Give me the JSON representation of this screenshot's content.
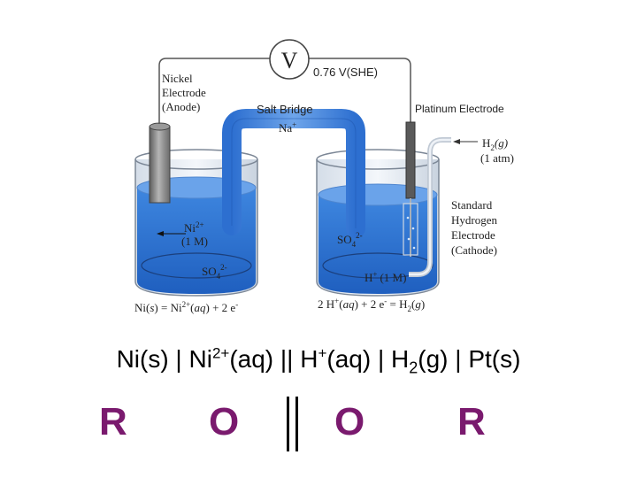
{
  "voltmeter": {
    "symbol": "V",
    "reading": "0.76 V(SHE)"
  },
  "anode": {
    "label_lines": [
      "Nickel",
      "Electrode",
      "(Anode)"
    ],
    "ion": "Ni",
    "ion_charge": "2+",
    "ion_conc": "(1 M)",
    "anion": "SO",
    "anion_sub": "4",
    "anion_charge": "2-",
    "half_reaction": {
      "species": "Ni(",
      "state_s": "s",
      "eq": ") = Ni",
      "charge": "2+",
      "paren": "(",
      "state_aq": "aq",
      "tail": ") + 2 e",
      "e_charge": "-"
    }
  },
  "salt_bridge": {
    "label": "Salt Bridge",
    "ion": "Na",
    "ion_charge": "+"
  },
  "cathode": {
    "electrode_label": "Platinum Electrode",
    "gas_formula": "H",
    "gas_sub": "2",
    "gas_state": "(g)",
    "gas_pressure": "(1 atm)",
    "label_lines": [
      "Standard",
      "Hydrogen",
      "Electrode",
      "(Cathode)"
    ],
    "anion": "SO",
    "anion_sub": "4",
    "anion_charge": "2-",
    "ion": "H",
    "ion_charge": "+",
    "ion_conc": "(1 M)",
    "half_reaction": {
      "coef": "2 H",
      "charge": "+",
      "paren": "(",
      "state_aq": "aq",
      "mid": ") + 2 e",
      "e_charge": "-",
      "eq": " = H",
      "sub": "2",
      "paren2": "(",
      "state_g": "g",
      "close": ")"
    }
  },
  "notation": {
    "p1": "Ni(s) | Ni",
    "sup1": "2+",
    "p2": "(aq) || H",
    "sup2": "+",
    "p3": "(aq) | H",
    "sub1": "2",
    "p4": "(g) | Pt(s)"
  },
  "letters": [
    "R",
    "O",
    "O",
    "R"
  ],
  "colors": {
    "solution": "#3d7fd8",
    "letters": "#7a1a6e",
    "electrode": "#7a7a7a"
  }
}
